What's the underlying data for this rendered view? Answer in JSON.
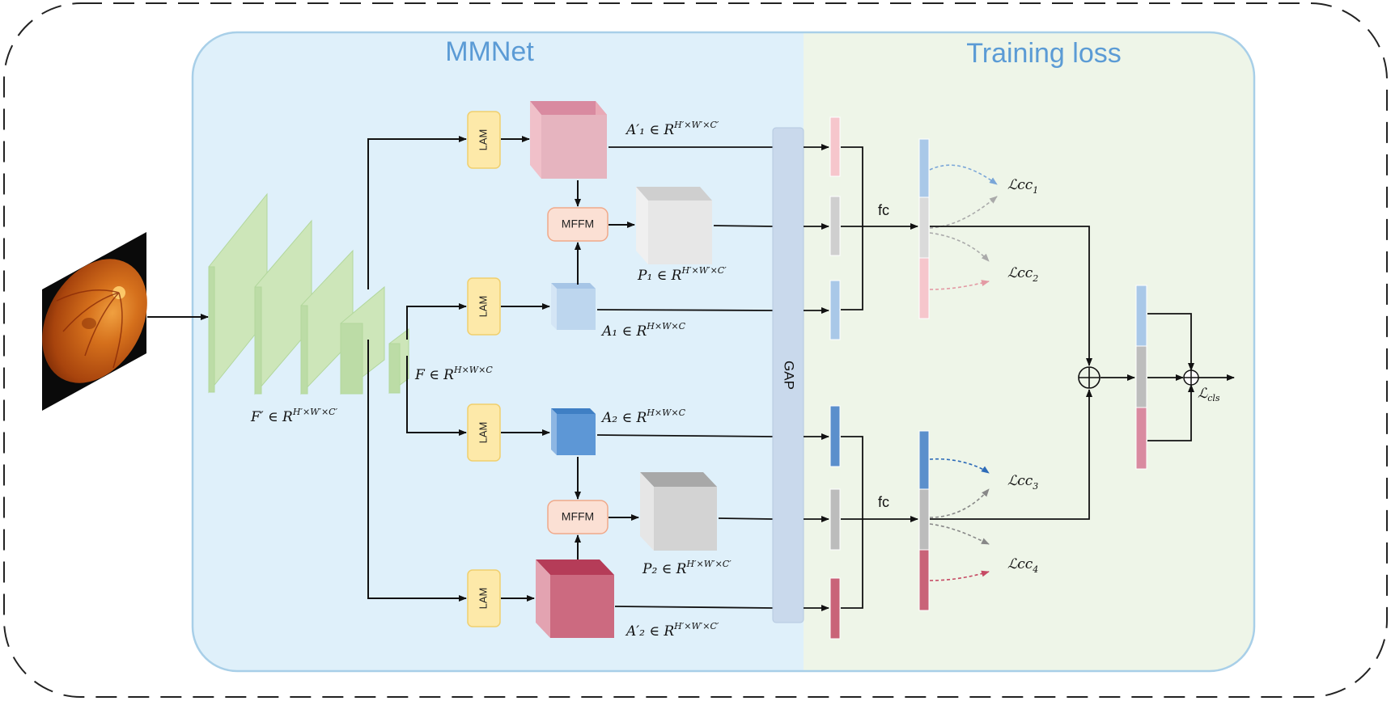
{
  "titles": {
    "left_panel": "MMNet",
    "right_panel": "Training loss"
  },
  "modules": {
    "lam": "LAM",
    "mffm": "MFFM",
    "gap": "GAP",
    "fc": "fc"
  },
  "features": {
    "f_prime": {
      "base": "F′ ∈ R",
      "sup": "H′×W′×C′"
    },
    "f": {
      "base": "F ∈ R",
      "sup": "H×W×C"
    },
    "a1_prime": {
      "base": "A′₁ ∈ R",
      "sup": "H′×W′×C′"
    },
    "p1": {
      "base": "P₁ ∈ R",
      "sup": "H′×W′×C′"
    },
    "a1": {
      "base": "A₁ ∈ R",
      "sup": "H×W×C"
    },
    "a2": {
      "base": "A₂ ∈ R",
      "sup": "H×W×C"
    },
    "p2": {
      "base": "P₂ ∈ R",
      "sup": "H′×W′×C′"
    },
    "a2_prime": {
      "base": "A′₂ ∈ R",
      "sup": "H′×W′×C′"
    }
  },
  "losses": {
    "lcc1": {
      "base": "ℒcc",
      "sub": "1"
    },
    "lcc2": {
      "base": "ℒcc",
      "sub": "2"
    },
    "lcc3": {
      "base": "ℒcc",
      "sub": "3"
    },
    "lcc4": {
      "base": "ℒcc",
      "sub": "4"
    },
    "lcls": {
      "base": "ℒ",
      "sub": "cls"
    }
  },
  "symbols": {
    "sum": "⊕"
  },
  "colors": {
    "mmnet_bg": "#dff0fa",
    "loss_bg": "#eef5e8",
    "panel_border": "#a8cfe8",
    "title": "#5b9bd5",
    "backbone": "#cde6b9",
    "lam_fill": "#fde9a9",
    "mffm_fill": "#fbe0d4",
    "gap_fill": "#c9d9ec",
    "light_blue": "#a9c8e8",
    "mid_blue": "#5b8fcc",
    "light_pink": "#f6c6cc",
    "dark_pink": "#c96378",
    "light_gray": "#dedede",
    "mid_gray": "#bcbcbc"
  }
}
